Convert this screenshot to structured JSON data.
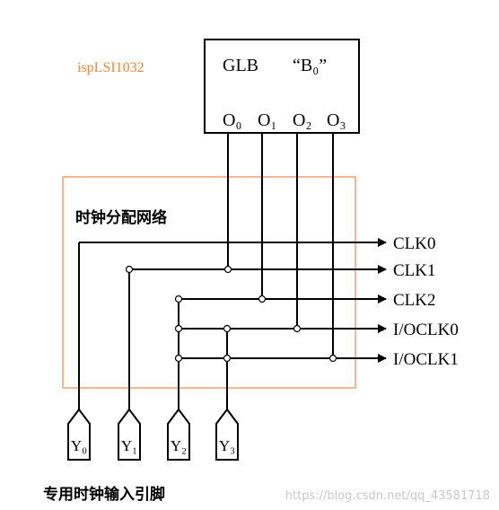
{
  "chip_label": "ispLSI1032",
  "glb": {
    "name": "GLB",
    "block": "“B₀”",
    "outputs": [
      "O₀",
      "O₁",
      "O₂",
      "O₃"
    ]
  },
  "network": {
    "title": "时钟分配网络",
    "outputs": [
      "CLK0",
      "CLK1",
      "CLK2",
      "I/OCLK0",
      "I/OCLK1"
    ]
  },
  "inputs": [
    "Y₀",
    "Y₁",
    "Y₂",
    "Y₃"
  ],
  "inputs_caption": "专用时钟输入引脚",
  "watermark": "https://blog.csdn.net/qq_43581718",
  "colors": {
    "chip_label": "#f08a3c",
    "network_border": "#f0a070",
    "line": "#000000",
    "watermark": "#c8c8c8"
  }
}
